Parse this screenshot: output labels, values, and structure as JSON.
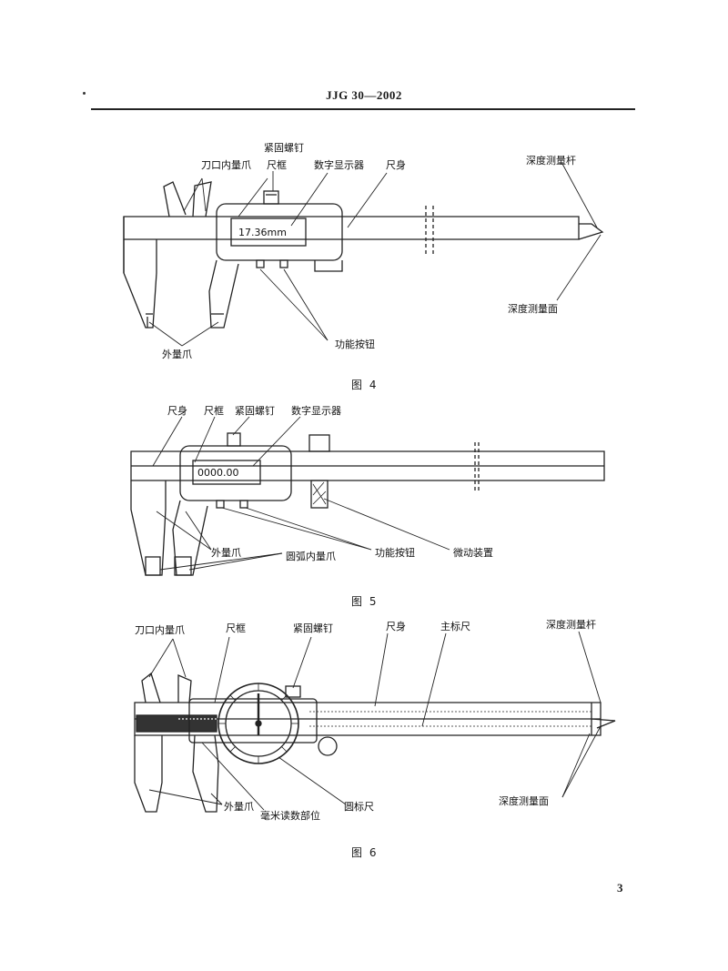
{
  "header": {
    "title": "JJG 30—2002"
  },
  "figure4": {
    "caption": "图  4",
    "labels": {
      "clamp_screw": "紧固螺钉",
      "knife_jaw": "刀口内量爪",
      "frame": "尺框",
      "display": "数字显示器",
      "beam": "尺身",
      "depth_rod": "深度测量杆",
      "depth_face": "深度测量面",
      "function_button": "功能按钮",
      "outer_jaw": "外量爪"
    },
    "readout": "17.36mm"
  },
  "figure5": {
    "caption": "图  5",
    "labels": {
      "beam": "尺身",
      "frame": "尺框",
      "clamp_screw": "紧固螺钉",
      "display": "数字显示器",
      "outer_jaw": "外量爪",
      "arc_jaw": "圆弧内量爪",
      "function_button": "功能按钮",
      "fine_adjust": "微动装置"
    },
    "readout": "0000.00"
  },
  "figure6": {
    "caption": "图  6",
    "labels": {
      "knife_jaw": "刀口内量爪",
      "frame": "尺框",
      "clamp_screw": "紧固螺钉",
      "beam": "尺身",
      "main_scale": "主标尺",
      "depth_rod": "深度测量杆",
      "depth_face": "深度测量面",
      "outer_jaw": "外量爪",
      "mm_reading": "毫米读数部位",
      "dial_scale": "圆标尺"
    }
  },
  "footer": {
    "page_number": "3"
  }
}
